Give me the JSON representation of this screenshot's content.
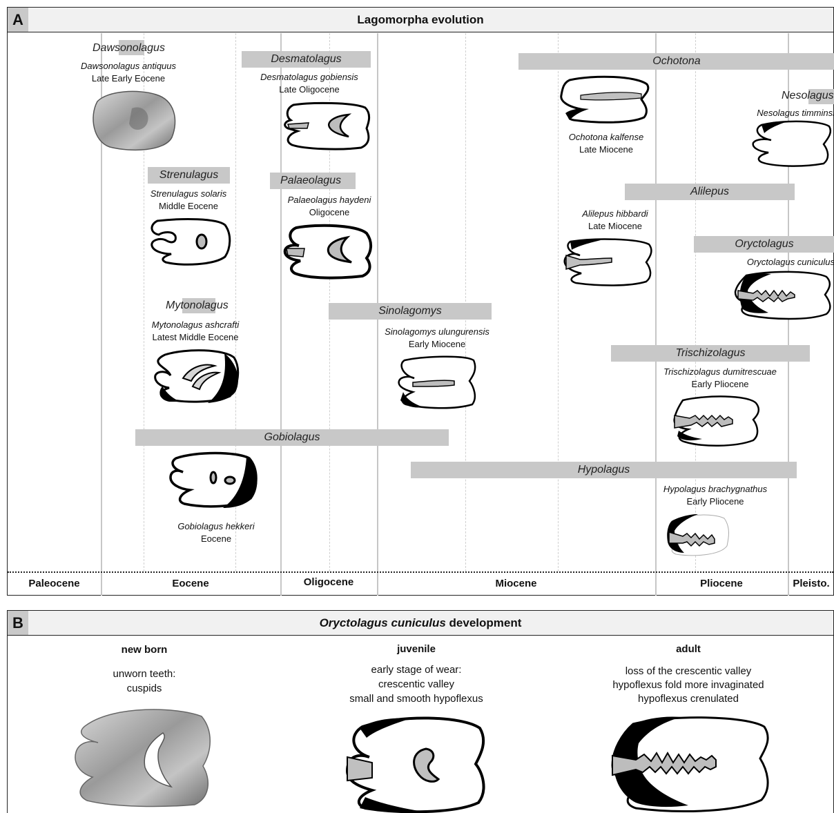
{
  "panel_a": {
    "letter": "A",
    "title": "Lagomorpha evolution",
    "epochs": [
      "Paleocene",
      "Eocene",
      "Oligocene",
      "Miocene",
      "Pliocene",
      "Pleisto."
    ],
    "genera": {
      "dawsonolagus": {
        "name": "Dawsonolagus",
        "species": "Dawsonolagus antiquus",
        "age": "Late Early Eocene"
      },
      "desmatolagus": {
        "name": "Desmatolagus",
        "species": "Desmatolagus gobiensis",
        "age": "Late Oligocene"
      },
      "ochotona": {
        "name": "Ochotona",
        "species": "Ochotona kalfense",
        "age": "Late Miocene"
      },
      "nesolagus": {
        "name": "Nesolagus",
        "species": "Nesolagus timminsi"
      },
      "strenulagus": {
        "name": "Strenulagus",
        "species": "Strenulagus solaris",
        "age": "Middle Eocene"
      },
      "palaeolagus": {
        "name": "Palaeolagus",
        "species": "Palaeolagus haydeni",
        "age": "Oligocene"
      },
      "alilepus": {
        "name": "Alilepus",
        "species": "Alilepus hibbardi",
        "age": "Late Miocene"
      },
      "oryctolagus": {
        "name": "Oryctolagus",
        "species": "Oryctolagus cuniculus"
      },
      "mytonolagus": {
        "name": "Mytonolagus",
        "species": "Mytonolagus ashcrafti",
        "age": "Latest Middle Eocene"
      },
      "sinolagomys": {
        "name": "Sinolagomys",
        "species": "Sinolagomys ulungurensis",
        "age": "Early Miocene"
      },
      "trischizolagus": {
        "name": "Trischizolagus",
        "species": "Trischizolagus dumitrescuae",
        "age": "Early Pliocene"
      },
      "gobiolagus": {
        "name": "Gobiolagus",
        "species": "Gobiolagus hekkeri",
        "age": "Eocene"
      },
      "hypolagus": {
        "name": "Hypolagus",
        "species": "Hypolagus brachygnathus",
        "age": "Early Pliocene"
      }
    }
  },
  "panel_b": {
    "letter": "B",
    "title_italic": "Oryctolagus cuniculus",
    "title_rest": " development",
    "stages": [
      {
        "title": "new born",
        "lines": [
          "unworn teeth:",
          "cuspids"
        ]
      },
      {
        "title": "juvenile",
        "lines": [
          "early stage of wear:",
          "crescentic valley",
          "small and smooth hypoflexus"
        ]
      },
      {
        "title": "adult",
        "lines": [
          "loss of the crescentic valley",
          "hypoflexus fold more invaginated",
          "hypoflexus crenulated"
        ]
      }
    ]
  },
  "colors": {
    "bar": "#c8c8c8",
    "header": "#f1f1f1",
    "guide_line": "#c6c6c6"
  }
}
